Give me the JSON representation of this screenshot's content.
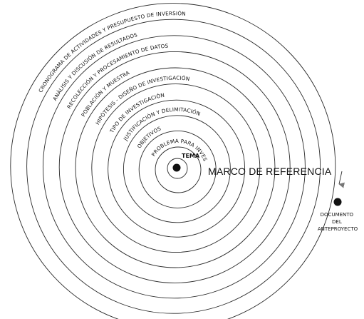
{
  "diagram": {
    "center_label": "TEMA",
    "title": "MARCO DE REFERENCIA",
    "endpoint_label": [
      "DOCUMENTO",
      "DEL",
      "ANTEPROYECTO"
    ],
    "stages": [
      "PROBLEMA PARA INVESTIGAR",
      "OBJETIVOS",
      "JUSTIFICACIÓN Y DELIMITACIÓN",
      "TIPO DE INVESTIGACIÓN",
      "HIPÓTESIS - DISEÑO DE INVESTIGACIÓN",
      "POBLACIÓN Y MUESTRA",
      "RECOLECCIÓN Y PROCESAMIENTO DE DATOS",
      "ANÁLISIS Y DISCUSIÓN DE RESULTADOS",
      "CRONOGRAMA DE ACTIVIDADES Y PRESUPUESTO DE INVERSIÓN"
    ],
    "colors": {
      "ink": "#111111",
      "arrow": "#777777"
    }
  }
}
